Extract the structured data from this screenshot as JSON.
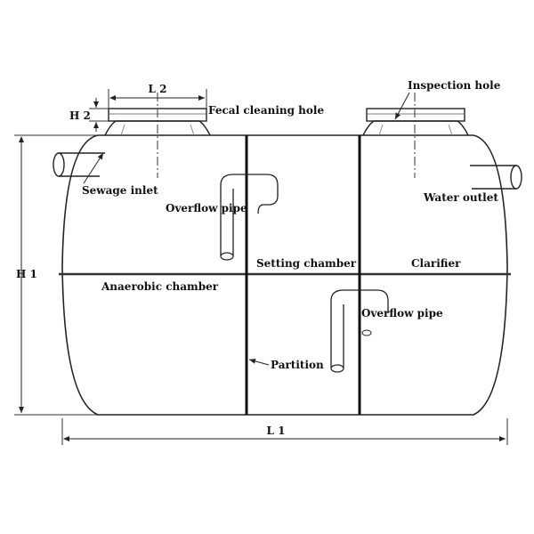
{
  "labels": {
    "inspection_hole": "Inspection hole",
    "fecal_cleaning_hole": "Fecal cleaning hole",
    "sewage_inlet": "Sewage inlet",
    "water_outlet": "Water outlet",
    "overflow_pipe_left": "Overflow pipe",
    "overflow_pipe_right": "Overflow pipe",
    "setting_chamber": "Setting chamber",
    "clarifier": "Clarifier",
    "anaerobic_chamber": "Anaerobic chamber",
    "partition": "Partition"
  },
  "dimensions": {
    "l1": "L 1",
    "l2": "L 2",
    "h1": "H 1",
    "h2": "H 2"
  }
}
